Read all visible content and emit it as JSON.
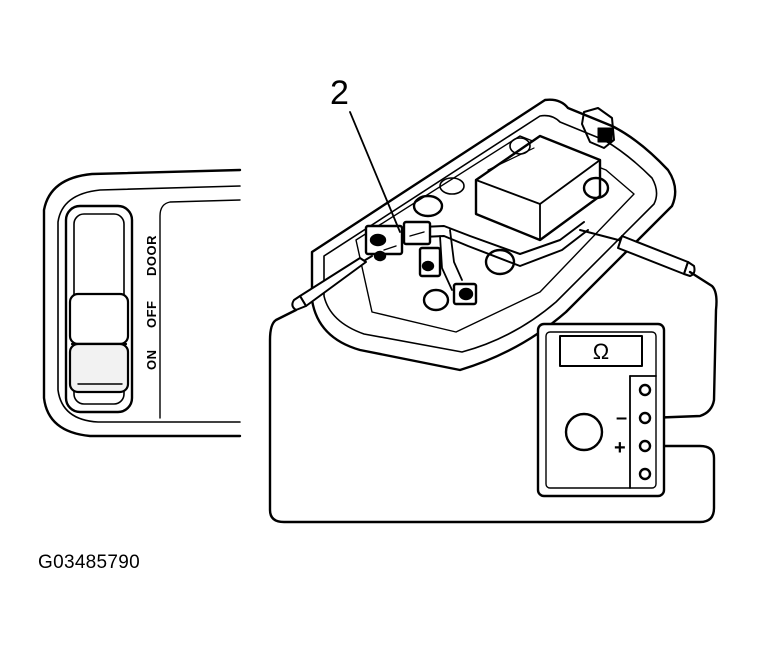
{
  "callout_number": "2",
  "switch_labels": {
    "on": "ON",
    "off": "OFF",
    "door": "DOOR"
  },
  "meter": {
    "display_symbol": "Ω",
    "minus_sign": "–",
    "plus_sign": "+"
  },
  "figure_id": "G03485790"
}
